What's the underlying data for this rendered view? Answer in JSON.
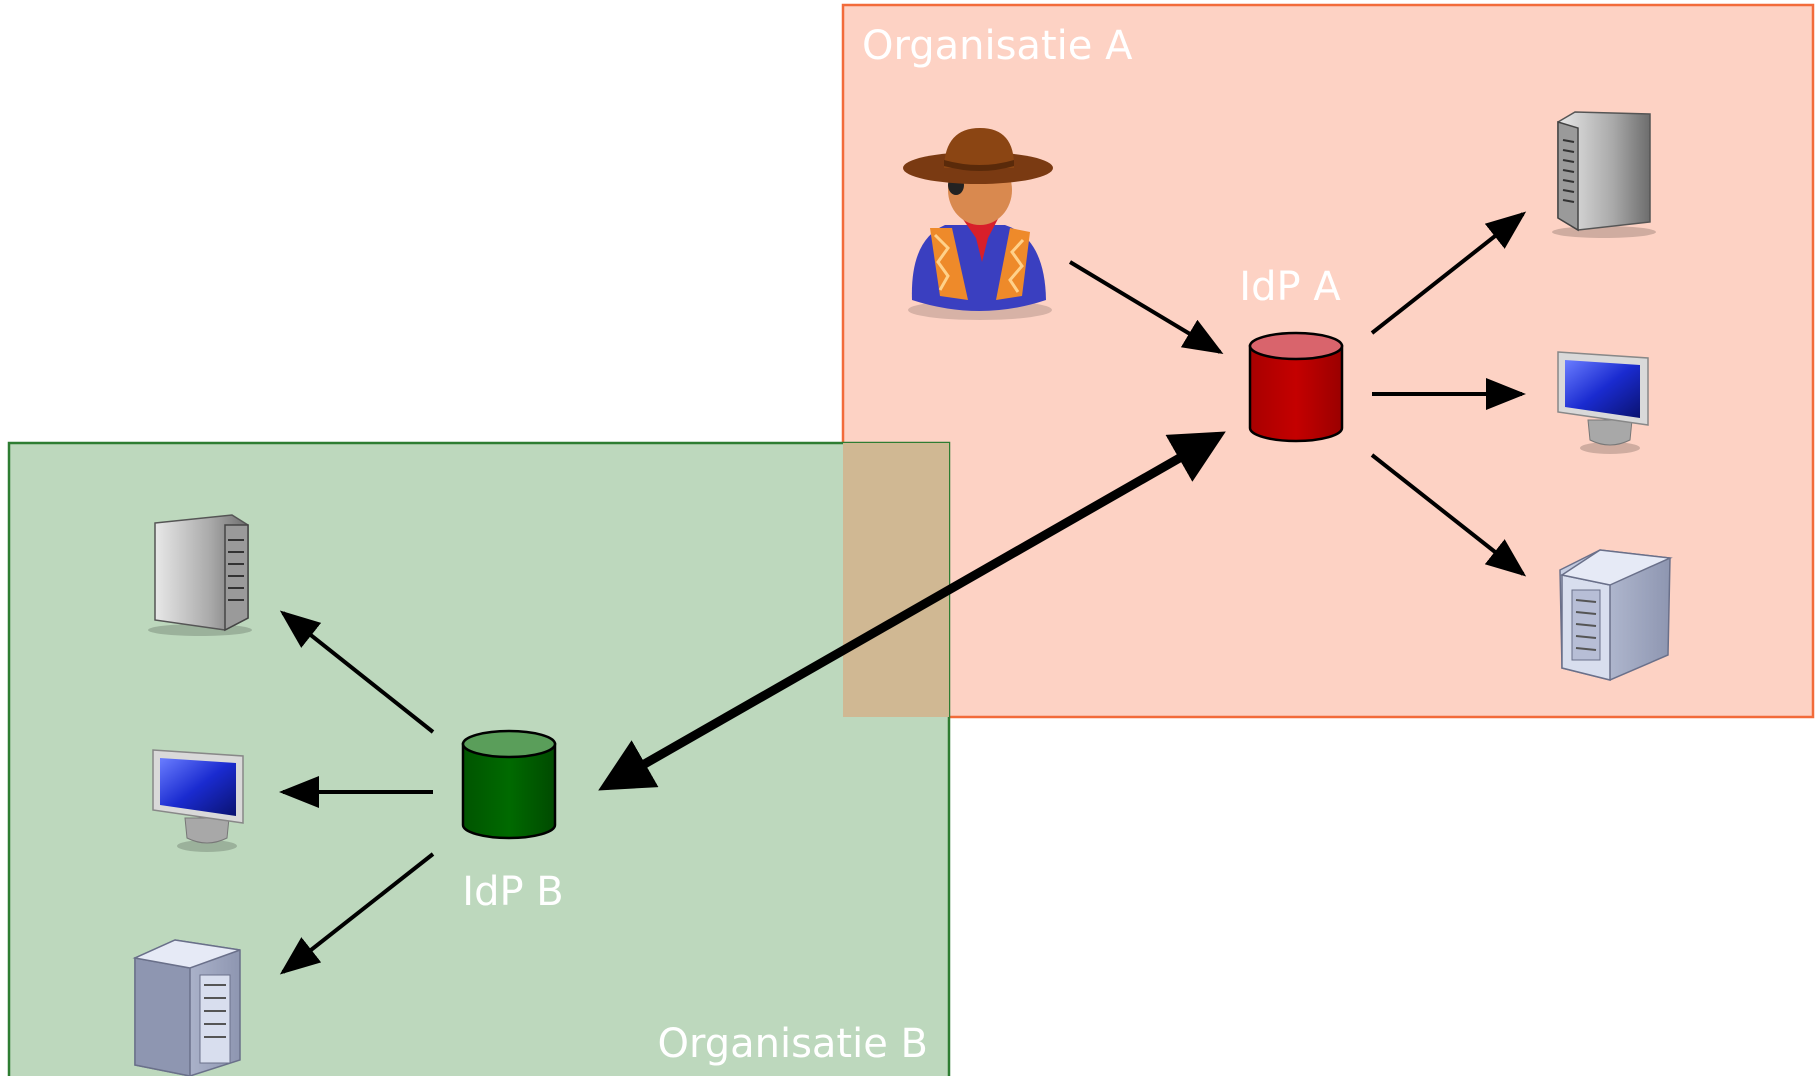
{
  "organisation_a": {
    "label": "Organisatie A",
    "fill_color": "#fdd2c4",
    "border_color": "#f26b3a",
    "idp": {
      "label": "IdP A",
      "color": "#c00000",
      "top_color": "#d9646c"
    },
    "user_icon": "cowboy-user-icon",
    "services": [
      "tower-server-icon",
      "desktop-monitor-icon",
      "workstation-tower-icon"
    ]
  },
  "organisation_b": {
    "label": "Organisatie B",
    "fill_color": "#bdd8bd",
    "border_color": "#2e7d32",
    "idp": {
      "label": "IdP B",
      "color": "#006400",
      "top_color": "#5a9e5a"
    },
    "services": [
      "tower-server-icon",
      "desktop-monitor-icon",
      "workstation-tower-icon"
    ]
  },
  "overlap_color": "#d0b893",
  "federation_link": "bidirectional"
}
